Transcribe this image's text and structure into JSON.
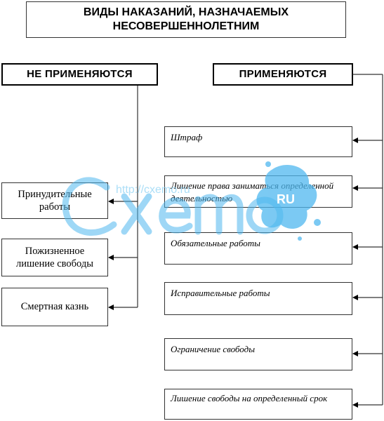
{
  "title": "ВИДЫ НАКАЗАНИЙ, НАЗНАЧАЕМЫХ\nНЕСОВЕРШЕННОЛЕТНИМ",
  "not_applied": {
    "header": "НЕ ПРИМЕНЯЮТСЯ",
    "items": [
      "Принудительные работы",
      "Пожизненное лишение свободы",
      "Смертная казнь"
    ]
  },
  "applied": {
    "header": "ПРИМЕНЯЮТСЯ",
    "items": [
      "Штраф",
      "Лишение права заниматься определенной деятельностью",
      "Обязательные работы",
      "Исправительные работы",
      "Ограничение свободы",
      "Лишение свободы на определенный срок"
    ]
  },
  "watermark": {
    "url": "http://cxemo.ru",
    "logo_text": "cxemo",
    "badge": "RU",
    "color": "#4fb8ef"
  }
}
